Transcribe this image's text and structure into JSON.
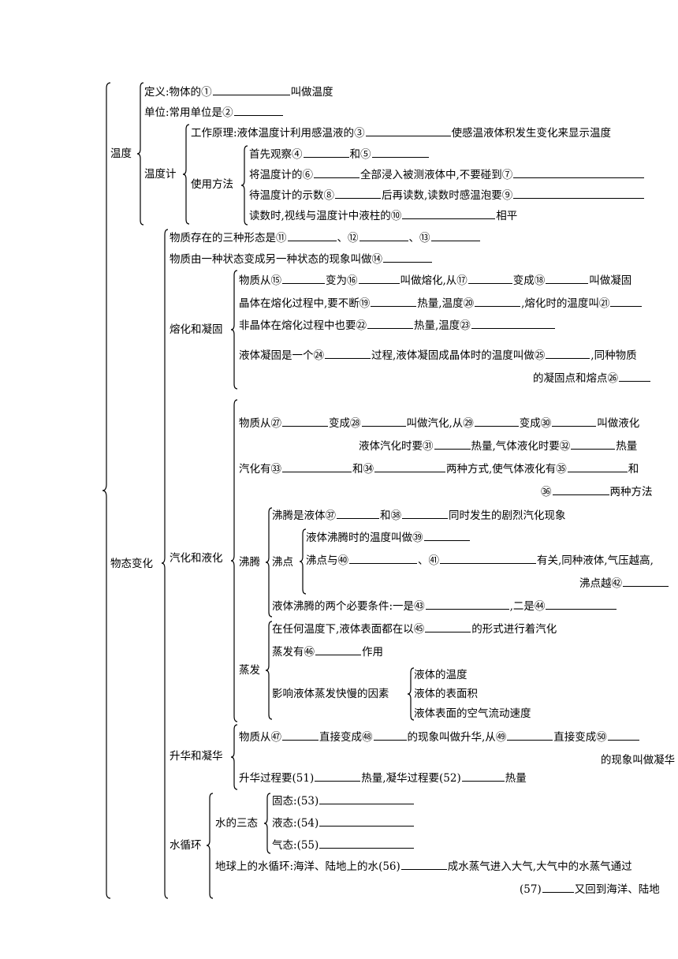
{
  "root_label": "物态变化",
  "temperature": {
    "label": "温度",
    "definition": {
      "pre": "定义:物体的",
      "n": "①",
      "post": "叫做温度"
    },
    "unit": {
      "pre": "单位:常用单位是",
      "n": "②"
    },
    "thermometer": {
      "label": "温度计",
      "principle": {
        "pre": "工作原理:液体温度计利用感温液的",
        "n": "③",
        "post": "使感温液体积发生变化来显示温度"
      },
      "usage": {
        "label": "使用方法",
        "l1": {
          "pre": "首先观察",
          "n1": "④",
          "mid": "和",
          "n2": "⑤"
        },
        "l2": {
          "pre": "将温度计的",
          "n1": "⑥",
          "mid": "全部浸入被测液体中,不要碰到",
          "n2": "⑦"
        },
        "l3": {
          "pre": "待温度计的示数",
          "n1": "⑧",
          "mid": "后再读数,读数时感温泡要",
          "n2": "⑨"
        },
        "l4": {
          "pre": "读数时,视线与温度计中液柱的",
          "n": "⑩",
          "post": "相平"
        }
      }
    }
  },
  "states": {
    "pre": "物质存在的三种形态是",
    "n1": "⑪",
    "sep1": "、",
    "n2": "⑫",
    "sep2": "、",
    "n3": "⑬"
  },
  "change_def": {
    "pre": "物质由一种状态变成另一种状态的现象叫做",
    "n": "⑭"
  },
  "melting": {
    "label": "熔化和凝固",
    "l1": {
      "pre": "物质从",
      "n1": "⑮",
      "a": "变为",
      "n2": "⑯",
      "b": "叫做熔化,从",
      "n3": "⑰",
      "c": "变成",
      "n4": "⑱",
      "d": "叫做凝固"
    },
    "l2": {
      "pre": "晶体在熔化过程中,要不断",
      "n1": "⑲",
      "a": "热量,温度",
      "n2": "⑳",
      "b": ",熔化时的温度叫",
      "n3": "㉑"
    },
    "l3": {
      "pre": "非晶体在熔化过程中也要",
      "n1": "㉒",
      "a": "热量,温度",
      "n2": "㉓"
    },
    "l4": {
      "pre": "液体凝固是一个",
      "n1": "㉔",
      "a": "过程,液体凝固成晶体时的温度叫做",
      "n2": "㉕",
      "b": ",同种物质"
    },
    "l5": {
      "pre": "的凝固点和熔点",
      "n": "㉖"
    }
  },
  "vaporization": {
    "label": "汽化和液化",
    "l1": {
      "pre": "物质从",
      "n1": "㉗",
      "a": "变成",
      "n2": "㉘",
      "b": "叫做汽化,从",
      "n3": "㉙",
      "c": "变成",
      "n4": "㉚",
      "d": "叫做液化"
    },
    "l2": {
      "pre": "液体汽化时要",
      "n1": "㉛",
      "a": "热量,气体液化时要",
      "n2": "㉜",
      "b": "热量"
    },
    "l3": {
      "pre": "汽化有",
      "n1": "㉝",
      "a": "和",
      "n2": "㉞",
      "b": "两种方式,使气体液化有",
      "n3": "㉟",
      "c": "和"
    },
    "l4": {
      "n": "㊱",
      "post": "两种方法"
    },
    "boiling": {
      "label": "沸腾",
      "l1": {
        "pre": "沸腾是液体",
        "n1": "㊲",
        "a": "和",
        "n2": "㊳",
        "b": "同时发生的剧烈汽化现象"
      },
      "bp": {
        "label": "沸点",
        "l1": {
          "pre": "液体沸腾时的温度叫做",
          "n": "㊴"
        },
        "l2": {
          "pre": "沸点与",
          "n1": "㊵",
          "a": "、",
          "n2": "㊶",
          "b": "有关,同种液体,气压越高,"
        },
        "l3": {
          "pre": "沸点越",
          "n": "㊷"
        }
      },
      "l2": {
        "pre": "液体沸腾的两个必要条件:一是",
        "n1": "㊸",
        "a": ",二是",
        "n2": "㊹"
      }
    },
    "evaporation": {
      "label": "蒸发",
      "l1": {
        "pre": "在任何温度下,液体表面都在以",
        "n": "㊺",
        "post": "的形式进行着汽化"
      },
      "l2": {
        "pre": "蒸发有",
        "n": "㊻",
        "post": "作用"
      },
      "factors": {
        "label": "影响液体蒸发快慢的因素",
        "items": [
          "液体的温度",
          "液体的表面积",
          "液体表面的空气流动速度"
        ]
      }
    }
  },
  "sublimation": {
    "label": "升华和凝华",
    "l1": {
      "pre": "物质从",
      "n1": "㊼",
      "a": "直接变成",
      "n2": "㊽",
      "b": "的现象叫做升华,从",
      "n3": "㊾",
      "c": "直接变成",
      "n4": "㊿"
    },
    "l2": {
      "text": "的现象叫做凝华"
    },
    "l3": {
      "pre": "升华过程要",
      "n1": "(51)",
      "a": "热量,凝华过程要",
      "n2": "(52)",
      "b": "热量"
    }
  },
  "water_cycle": {
    "label": "水循环",
    "three_states": {
      "label": "水的三态",
      "solid": {
        "pre": "固态:",
        "n": "(53)"
      },
      "liquid": {
        "pre": "液态:",
        "n": "(54)"
      },
      "gas": {
        "pre": "气态:",
        "n": "(55)"
      }
    },
    "earth": {
      "pre": "地球上的水循环:海洋、陆地上的水",
      "n1": "(56)",
      "a": "成水蒸气进入大气,大气中的水蒸气通过"
    },
    "earth2": {
      "n": "(57)",
      "post": "又回到海洋、陆地"
    }
  }
}
